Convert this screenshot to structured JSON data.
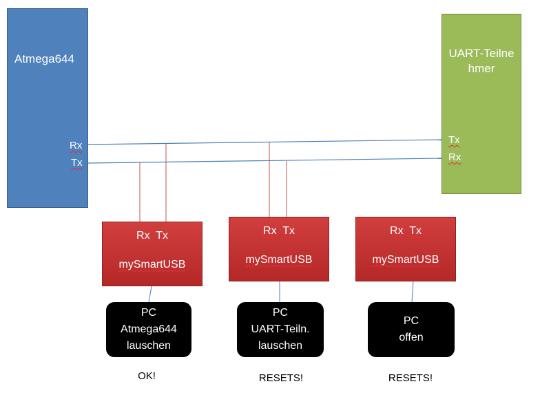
{
  "atmega": {
    "title": "Atmega644",
    "rx": "Rx",
    "tx": "Tx",
    "color": "#4f81bd"
  },
  "uart": {
    "title": "UART-Teilnehmer",
    "tx": "Tx",
    "rx": "Rx",
    "color": "#9bbb59"
  },
  "line_colors": {
    "bus": "#4a7ebb",
    "tap": "#c0504d",
    "usb_link": "#4a7ebb"
  },
  "adapters": [
    {
      "rx": "Rx",
      "tx": "Tx",
      "name": "mySmartUSB",
      "pc": [
        "PC",
        "Atmega644",
        "lauschen"
      ],
      "status": "OK!"
    },
    {
      "rx": "Rx",
      "tx": "Tx",
      "name": "mySmartUSB",
      "pc": [
        "PC",
        "UART-Teiln.",
        "lauschen"
      ],
      "status": "RESETS!"
    },
    {
      "rx": "Rx",
      "tx": "Tx",
      "name": "mySmartUSB",
      "pc": [
        "PC",
        "offen"
      ],
      "status": "RESETS!"
    }
  ]
}
